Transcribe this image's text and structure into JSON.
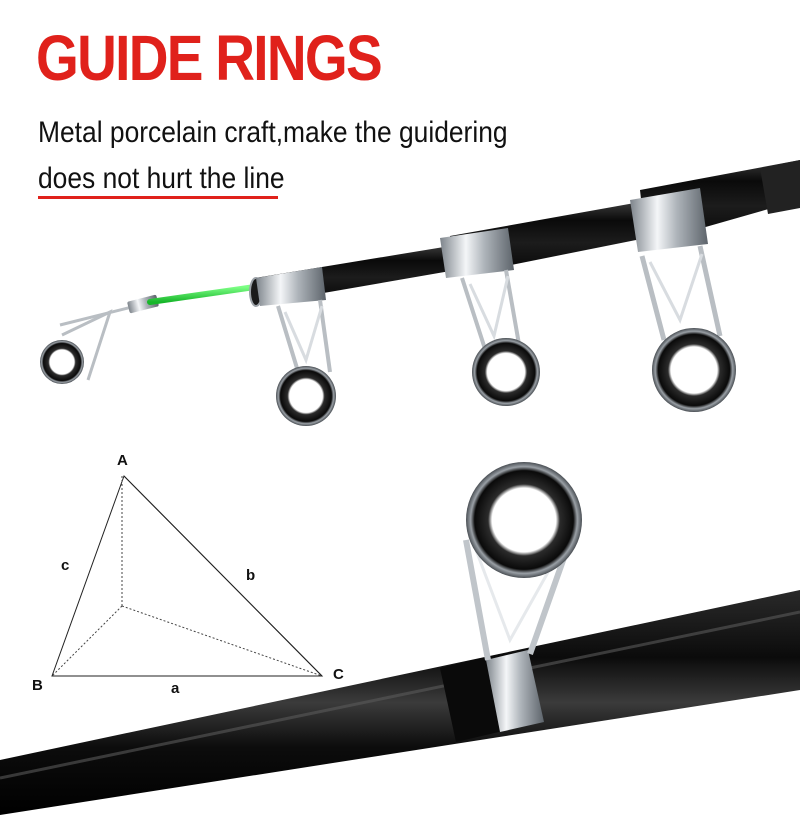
{
  "heading": {
    "title": "GUIDE RINGS",
    "line1": "Metal porcelain craft,make the guidering",
    "line2": "does not hurt the line"
  },
  "diagram": {
    "vertex_a": "A",
    "vertex_b": "B",
    "vertex_c": "C",
    "side_a": "a",
    "side_b": "b",
    "side_c": "c"
  },
  "colors": {
    "title_red": "#e0211b",
    "tip_green": "#27d43a",
    "rod_black": "#0c0c0c",
    "chrome": "#c8cdd2"
  }
}
